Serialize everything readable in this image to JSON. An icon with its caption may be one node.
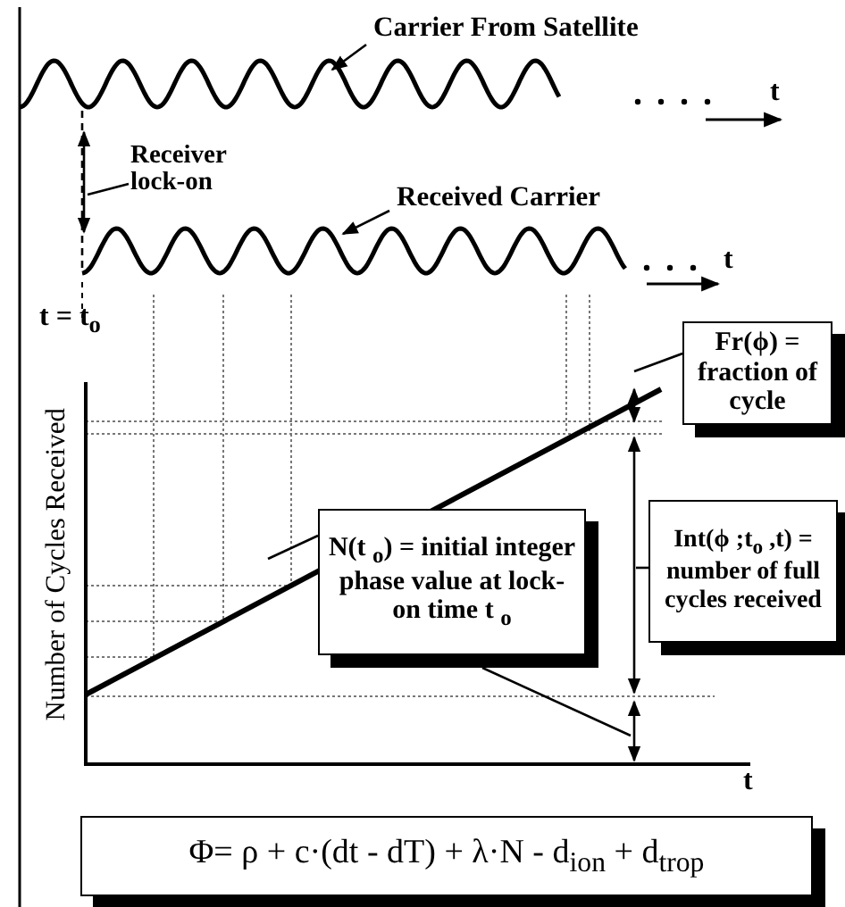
{
  "diagram": {
    "nodes": [
      {
        "text": [
          "Carrier From Satellite"
        ]
      },
      {
        "text": [],
        "shape": "picture"
      },
      {
        "text": [
          "Receiver lock-on"
        ]
      },
      {
        "text": [
          "Received Carrier"
        ]
      },
      {
        "text": [],
        "shape": "picture"
      },
      {
        "text": [
          "Fr(ϕ) = fraction of cycle"
        ]
      },
      {
        "text": [
          "Int(ϕ ;t$_{o}$ ,t) = number of full cycles received"
        ]
      },
      {
        "text": [
          "N(t $_{o}$) = initial integer phase value at lock-on time t $_{o}$"
        ]
      },
      {
        "text": [
          "Φ= ρ + c·(dt - dT) + λ·N - d$_{ion}$ + d$_{trop}$"
        ]
      }
    ],
    "edges": [
      {
        "from": 0,
        "to": 1,
        "arrow": "to"
      },
      {
        "from": 1,
        "to": 4,
        "arrow": "none",
        "style": "dashed"
      },
      {
        "from": 2,
        "to": null,
        "arrow": "none"
      },
      {
        "from": 3,
        "to": 4,
        "arrow": "to"
      },
      {
        "from": 5,
        "to": null,
        "arrow": "none"
      },
      {
        "from": 6,
        "to": null,
        "arrow": "none"
      },
      {
        "from": 7,
        "to": null,
        "arrow": "none"
      },
      {
        "from": 7,
        "to": null,
        "arrow": "none"
      }
    ],
    "labels": [
      "t",
      "t",
      "t = t$_{o}$",
      "Number of Cycles Received",
      "t"
    ]
  }
}
